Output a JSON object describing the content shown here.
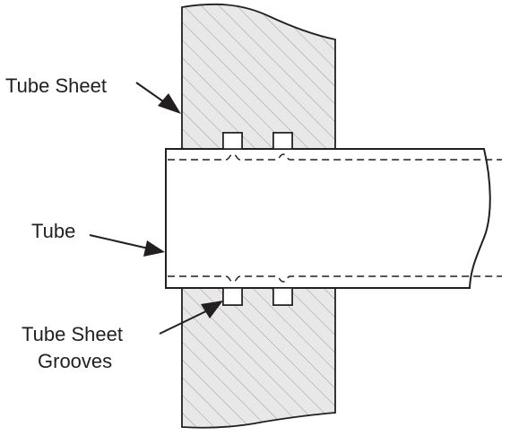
{
  "colors": {
    "line": "#231f20",
    "hatch": "#9a9a9a",
    "sheet_fill": "#e8e8e8",
    "tube_fill": "#ffffff",
    "background": "#ffffff"
  },
  "labels": {
    "tube_sheet": "Tube Sheet",
    "tube": "Tube",
    "grooves_line1": "Tube Sheet",
    "grooves_line2": "Grooves"
  }
}
